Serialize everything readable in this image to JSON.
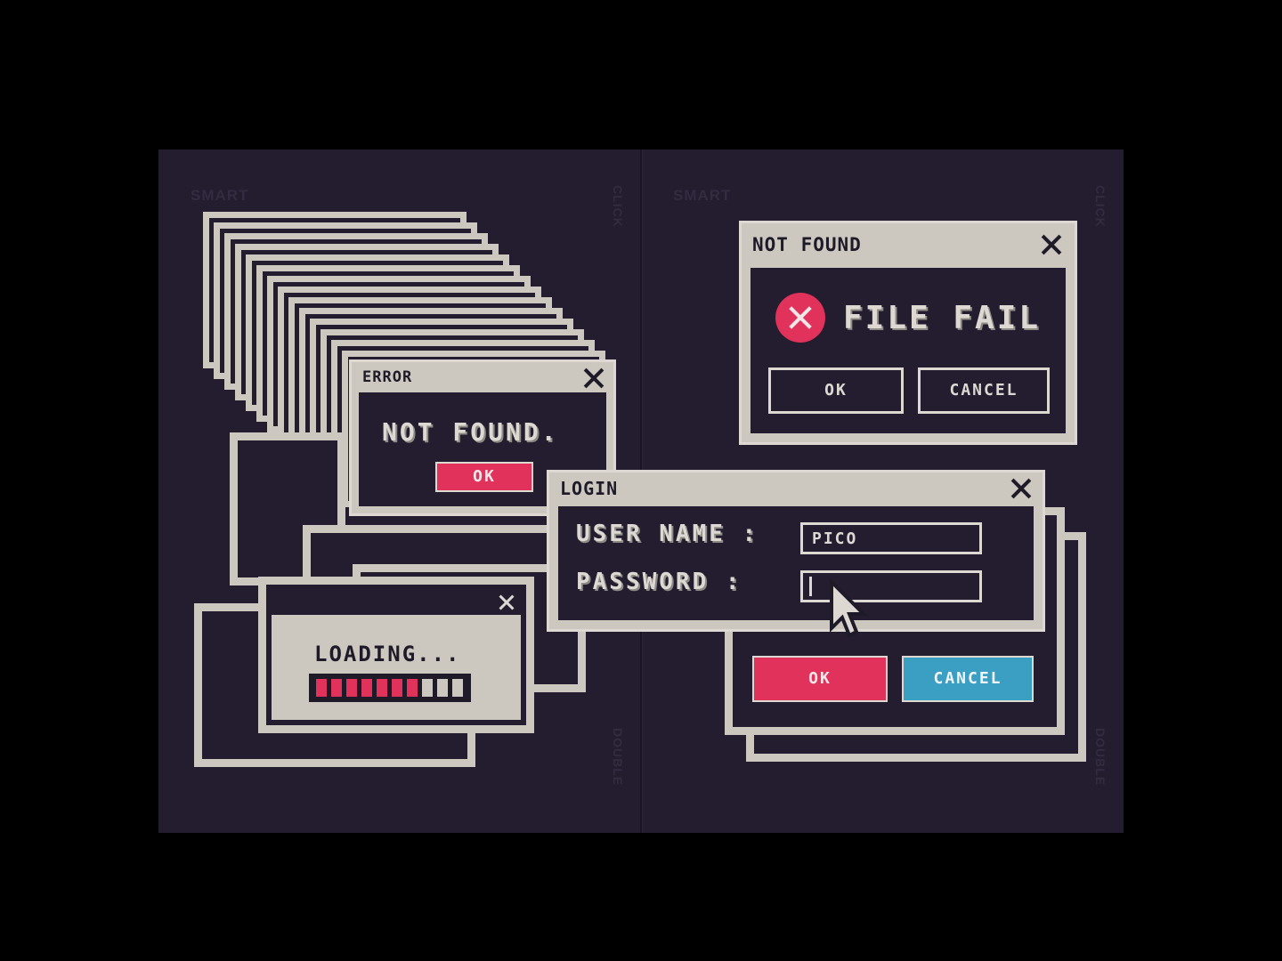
{
  "colors": {
    "accent_red": "#e0325a",
    "accent_blue": "#3a9fc2",
    "page": "#231d2f",
    "panel": "#ccc8c0"
  },
  "ghost_text": {
    "left_smart": "SMART",
    "right_smart": "SMART",
    "click_left": "CLICK",
    "click_right": "CLICK",
    "double_left": "DOUBLE",
    "double_right": "DOUBLE"
  },
  "error_dialog": {
    "title": "ERROR",
    "message": "NOT FOUND.",
    "ok_label": "OK",
    "close_icon": "close-icon"
  },
  "notfound_dialog": {
    "title": "NOT FOUND",
    "message": "FILE FAIL",
    "error_icon": "x-circle-icon",
    "ok_label": "OK",
    "cancel_label": "CANCEL",
    "close_icon": "close-icon"
  },
  "login_dialog": {
    "title": "LOGIN",
    "username_label": "USER NAME :",
    "username_value": "PICO",
    "password_label": "PASSWORD :",
    "password_value": "",
    "close_icon": "close-icon",
    "cursor_icon": "arrow-cursor-icon"
  },
  "login_actions": {
    "ok_label": "OK",
    "cancel_label": "CANCEL"
  },
  "loading_dialog": {
    "message": "LOADING...",
    "progress": 0.7,
    "segments_total": 10,
    "segments_filled": 7,
    "close_icon": "close-icon"
  }
}
